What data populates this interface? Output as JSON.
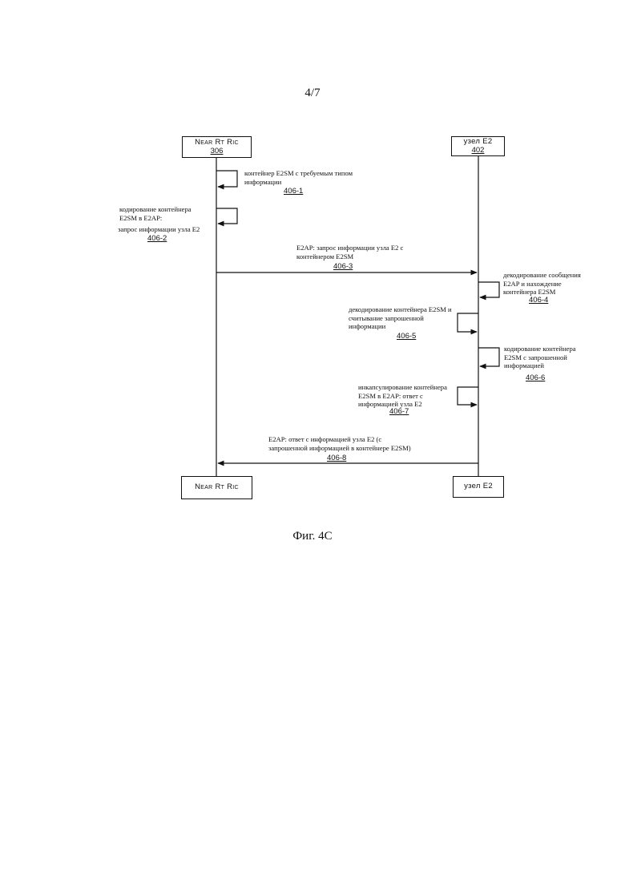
{
  "page_number": "4/7",
  "figure_caption": "Фиг. 4С",
  "participants": {
    "ric": {
      "name": "Near Rt Ric",
      "ref": "306"
    },
    "e2_node": {
      "name": "узел E2",
      "ref": "402"
    }
  },
  "steps": [
    {
      "id": "406-1",
      "text": "контейнер E2SM с требуемым типом\nинформации"
    },
    {
      "id": "406-2",
      "text_a": "кодирование контейнера\nE2SM в E2AP:",
      "text_b": "запрос информации узла E2"
    },
    {
      "id": "406-3",
      "text": "E2AP: запрос информации узла E2 с\nконтейнером E2SM"
    },
    {
      "id": "406-4",
      "text": "декодирование сообщения\nE2AP и нахождение\nконтейнера E2SM"
    },
    {
      "id": "406-5",
      "text": "декодирование контейнера E2SM и\nсчитывание запрошенной\nинформации"
    },
    {
      "id": "406-6",
      "text": "кодирование контейнера\nE2SM с запрошенной\nинформацией"
    },
    {
      "id": "406-7",
      "text": "инкапсулирование контейнера\nE2SM в E2AP: ответ с\nинформацией узла E2"
    },
    {
      "id": "406-8",
      "text": "E2AP: ответ с информацией узла E2 (с\nзапрошенной информацией в контейнере E2SM)"
    }
  ]
}
